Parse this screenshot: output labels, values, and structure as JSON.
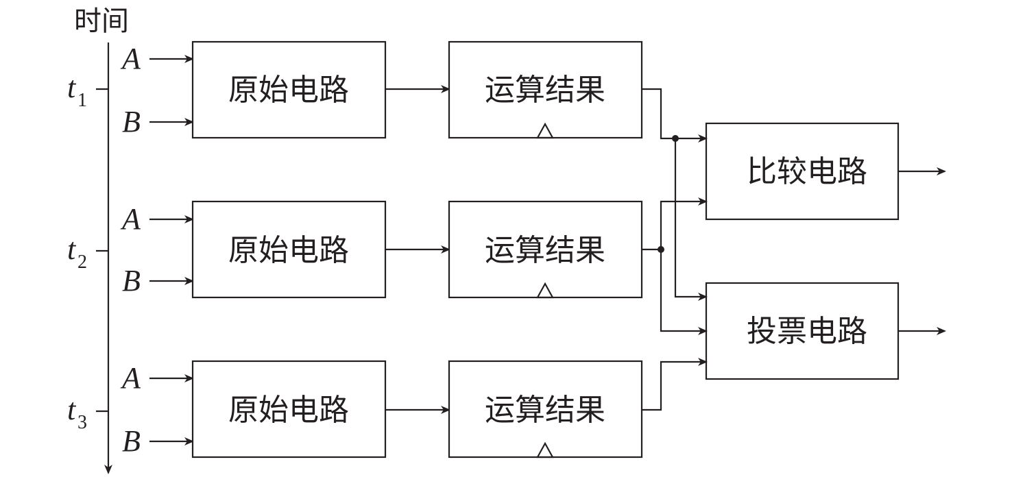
{
  "time_axis": {
    "title": "时间",
    "ticks": [
      {
        "name": "t",
        "sub": "1"
      },
      {
        "name": "t",
        "sub": "2"
      },
      {
        "name": "t",
        "sub": "3"
      }
    ]
  },
  "inputs": {
    "a": "A",
    "b": "B"
  },
  "rows": [
    {
      "circuit": "原始电路",
      "result": "运算结果"
    },
    {
      "circuit": "原始电路",
      "result": "运算结果"
    },
    {
      "circuit": "原始电路",
      "result": "运算结果"
    }
  ],
  "outputs": {
    "compare": "比较电路",
    "vote": "投票电路"
  }
}
